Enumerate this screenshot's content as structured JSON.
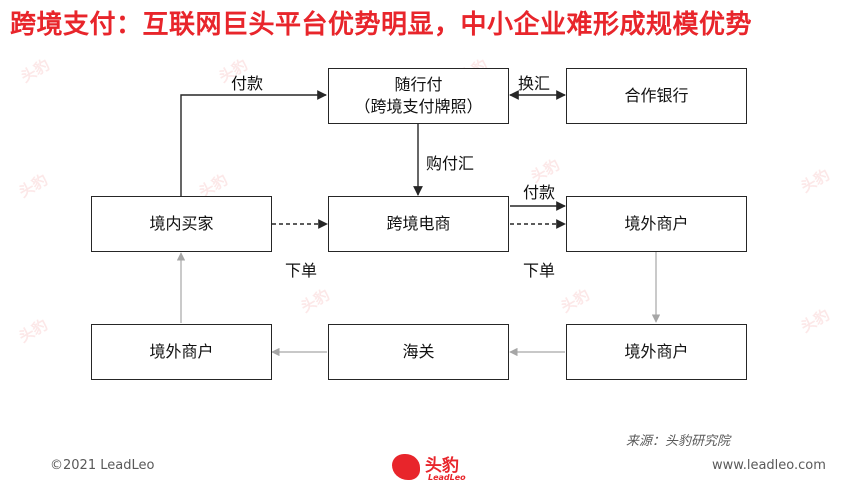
{
  "title": "跨境支付：互联网巨头平台优势明显，中小企业难形成规模优势",
  "nodes": {
    "suixingfu": {
      "line1": "随行付",
      "line2": "（跨境支付牌照）"
    },
    "bank": "合作银行",
    "buyer": "境内买家",
    "ecommerce": "跨境电商",
    "merchant_top": "境外商户",
    "merchant_mid": "境外商户",
    "customs": "海关",
    "merchant_bottom": "境外商户"
  },
  "edges": {
    "buyer_pay": "付款",
    "exchange": "换汇",
    "purchase_fx": "购付汇",
    "ecommerce_pay": "付款",
    "buyer_order": "下单",
    "ecommerce_order": "下单"
  },
  "source": "来源：头豹研究院",
  "footer": {
    "copyright": "©2021 LeadLeo",
    "website": "www.leadleo.com"
  },
  "logo": {
    "cn": "头豹",
    "en": "LeadLeo",
    "watermark": "头豹"
  },
  "colors": {
    "accent": "#e8252b",
    "line": "#262626",
    "muted_line": "#a6a6a6"
  }
}
